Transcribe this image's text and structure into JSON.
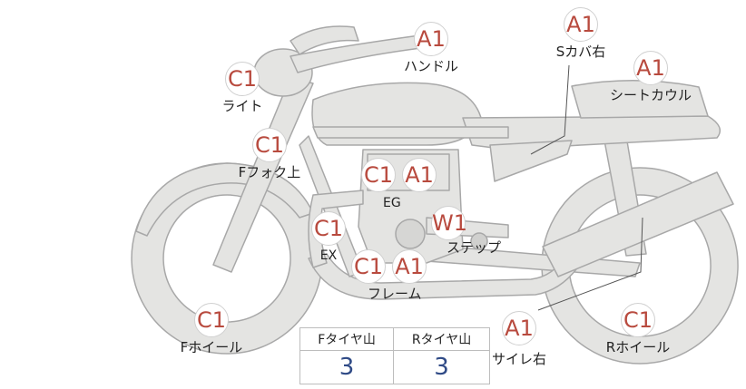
{
  "callouts": {
    "handle": {
      "code": "A1",
      "label": "ハンドル"
    },
    "s_cover_right": {
      "code": "A1",
      "label": "Sカバ右"
    },
    "seat_cowl": {
      "code": "A1",
      "label": "シートカウル"
    },
    "light": {
      "code": "C1",
      "label": "ライト"
    },
    "f_fork_upper": {
      "code": "C1",
      "label": "Fフォク上"
    },
    "eg": {
      "code_1": "C1",
      "code_2": "A1",
      "label": "EG"
    },
    "ex": {
      "code": "C1",
      "label": "EX"
    },
    "step": {
      "code": "W1",
      "label": "ステップ"
    },
    "frame": {
      "code_1": "C1",
      "code_2": "A1",
      "label": "フレーム"
    },
    "f_wheel": {
      "code": "C1",
      "label": "Fホイール"
    },
    "silencer_right": {
      "code": "A1",
      "label": "サイレ右"
    },
    "r_wheel": {
      "code": "C1",
      "label": "Rホイール"
    }
  },
  "tread_table": {
    "headers": [
      "Fタイヤ山",
      "Rタイヤ山"
    ],
    "values": [
      "3",
      "3"
    ]
  },
  "colors": {
    "badge_text": "#b84a3e",
    "tread_value": "#2f4a86",
    "bike_fill": "#e4e4e2",
    "bike_stroke": "#a8a8a8"
  }
}
